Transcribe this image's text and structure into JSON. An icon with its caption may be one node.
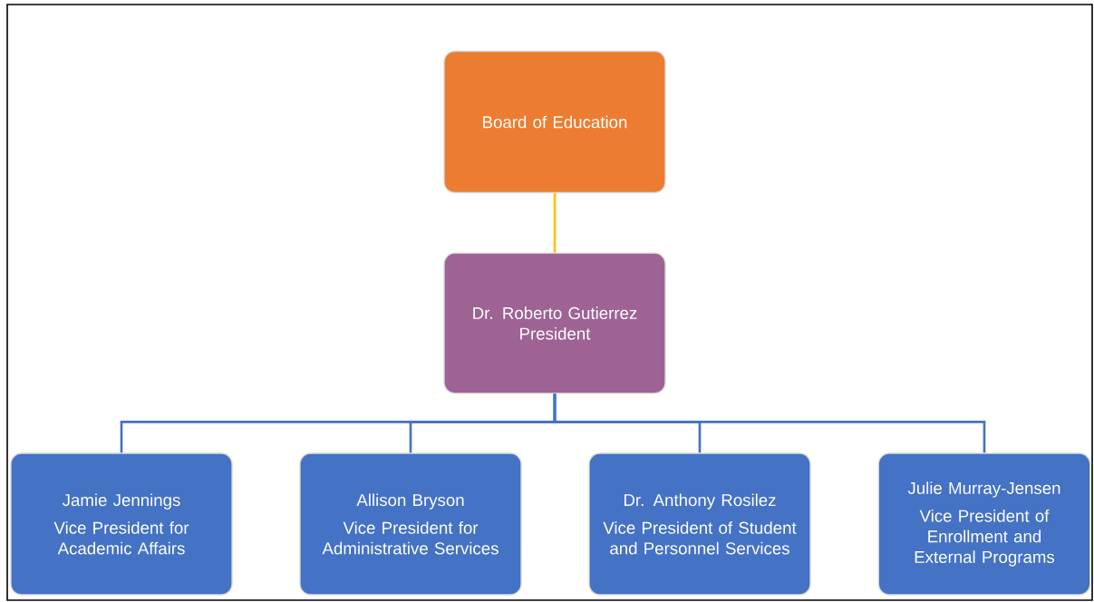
{
  "diagram": {
    "nodes": [
      {
        "text": [
          "Board of Education"
        ]
      },
      {
        "text": [
          "Dr. Roberto Gutierrez",
          "President"
        ]
      },
      {
        "text": [
          "Jamie Jennings",
          "Vice President for Academic Affairs"
        ]
      },
      {
        "text": [
          "Allison Bryson",
          "Vice President for Administrative Services"
        ]
      },
      {
        "text": [
          "Dr. Anthony Rosilez",
          "Vice President of Student and Personnel Services"
        ]
      },
      {
        "text": [
          "Julie Murray-Jensen",
          "Vice President of Enrollment and External Programs"
        ]
      }
    ],
    "edges": [
      {
        "from": 0,
        "to": 1,
        "arrow": "none",
        "color": "#ffc000"
      },
      {
        "from": 1,
        "to": 2,
        "arrow": "none"
      },
      {
        "from": 1,
        "to": 3,
        "arrow": "none"
      },
      {
        "from": 1,
        "to": 4,
        "arrow": "none"
      },
      {
        "from": 1,
        "to": 5,
        "arrow": "none"
      }
    ]
  }
}
